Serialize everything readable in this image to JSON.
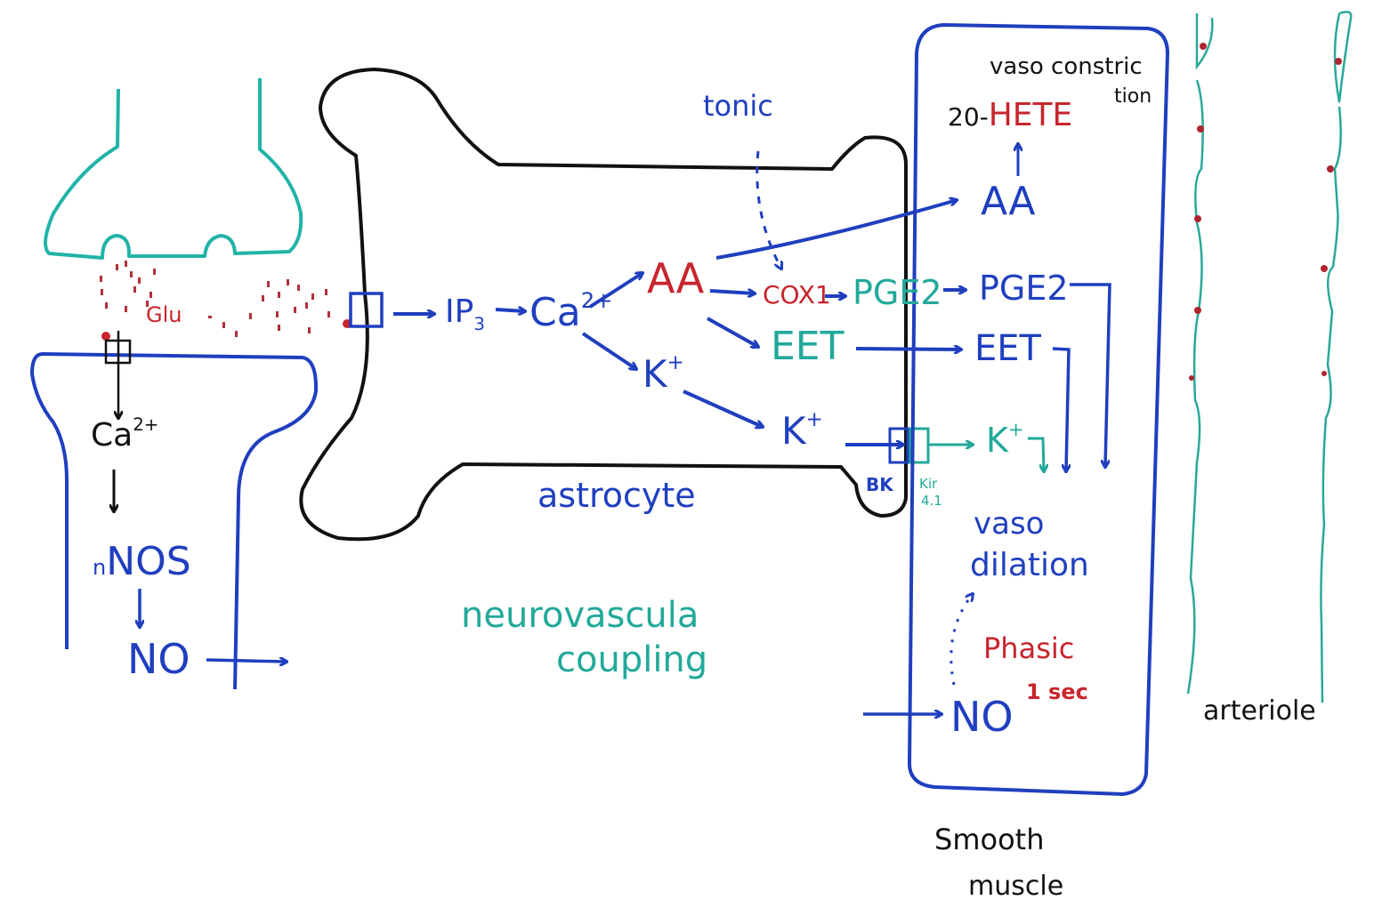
{
  "colors": {
    "blue": "#1f3fbf",
    "red": "#c8252c",
    "teal": "#22a99a",
    "black": "#111111",
    "glu_dots": "#b0303a"
  },
  "neuron": {
    "neurotransmitter": "Glu",
    "ca_base": "Ca",
    "ca_charge": "2+",
    "nnos_prefix": "n",
    "nnos": "NOS",
    "no": "NO"
  },
  "astrocyte": {
    "label": "astrocyte",
    "ip3_base": "IP",
    "ip3_sub": "3",
    "ca_base": "Ca",
    "ca_charge": "2+",
    "aa": "AA",
    "k1": "K",
    "k1_charge": "+",
    "cox": "COX1",
    "pge2": "PGE2",
    "eet": "EET",
    "k2": "K",
    "k2_charge": "+",
    "bk_channel": "BK",
    "tonic": "tonic"
  },
  "smooth_muscle": {
    "label_line1": "Smooth",
    "label_line2": "muscle",
    "vasoconstriction_line1": "vaso constric",
    "vasoconstriction_line2": "tion",
    "hete_prefix": "20-",
    "hete": "HETE",
    "aa": "AA",
    "pge2": "PGE2",
    "eet": "EET",
    "k": "K",
    "k_charge": "+",
    "kir_line1": "Kir",
    "kir_line2": "4.1",
    "vasodilation_line1": "vaso",
    "vasodilation_line2": "dilation",
    "phasic": "Phasic",
    "phasic_time": "1 sec",
    "no": "NO"
  },
  "vessel": {
    "label": "arteriole"
  },
  "title": {
    "line1": "neurovascula",
    "line2": "coupling"
  }
}
